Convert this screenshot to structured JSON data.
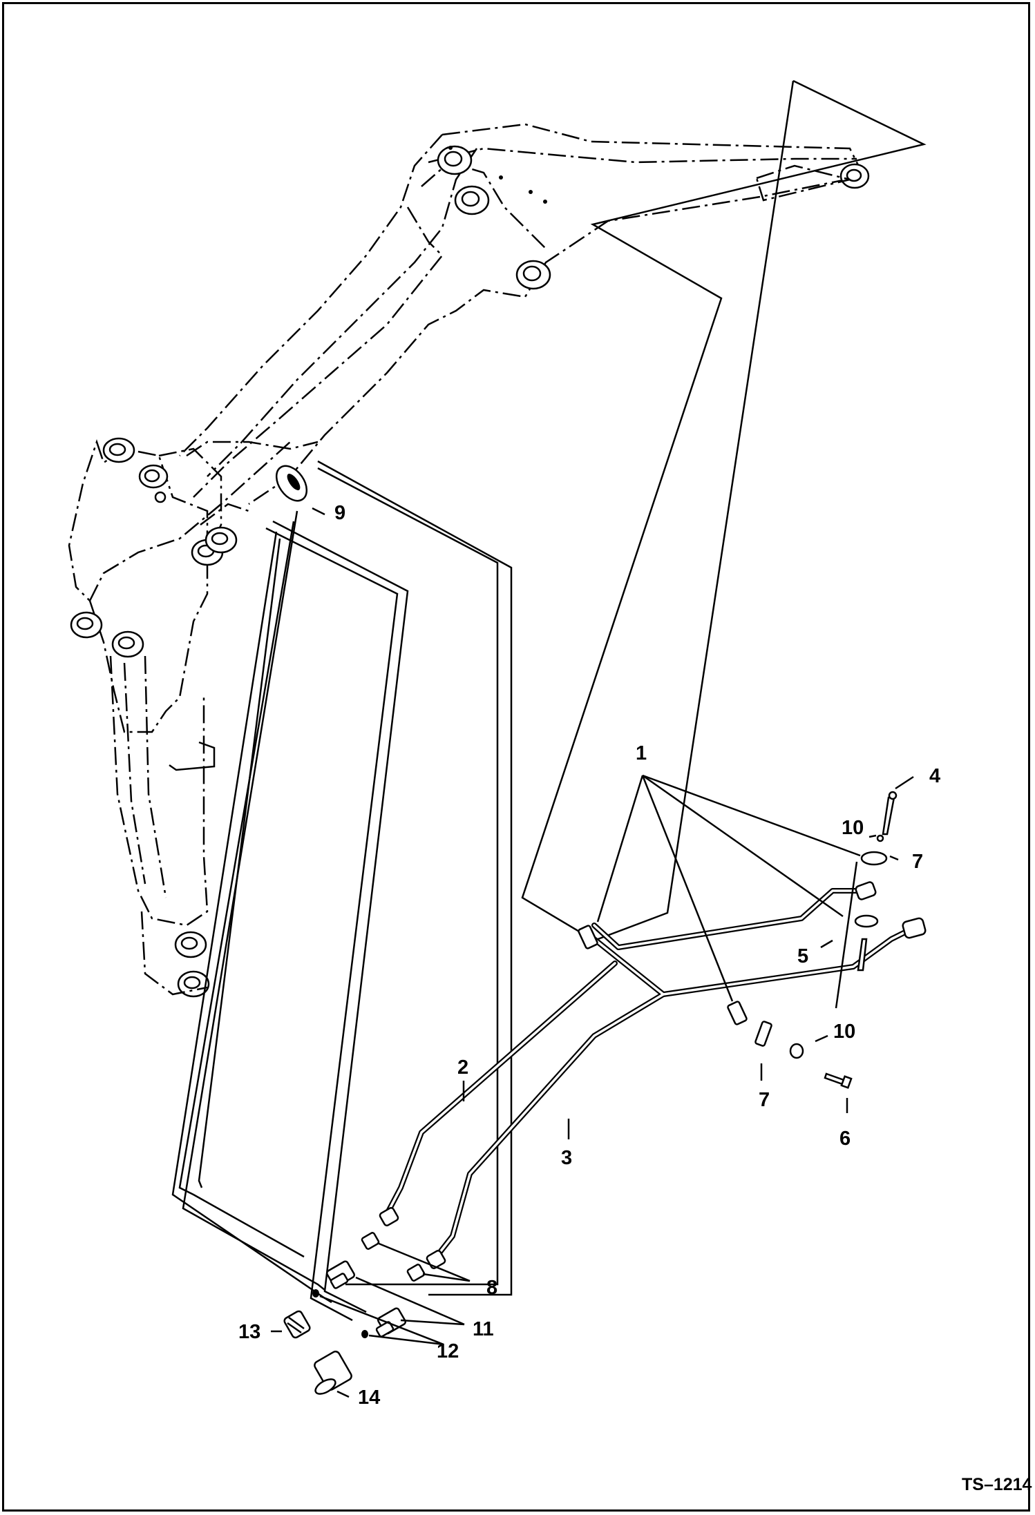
{
  "diagram": {
    "reference": "TS–1214",
    "callouts": {
      "c1": "1",
      "c2": "2",
      "c3": "3",
      "c4": "4",
      "c5": "5",
      "c6": "6",
      "c7a": "7",
      "c7b": "7",
      "c8": "8",
      "c9": "9",
      "c10a": "10",
      "c10b": "10",
      "c11": "11",
      "c12": "12",
      "c13": "13",
      "c14": "14"
    }
  }
}
